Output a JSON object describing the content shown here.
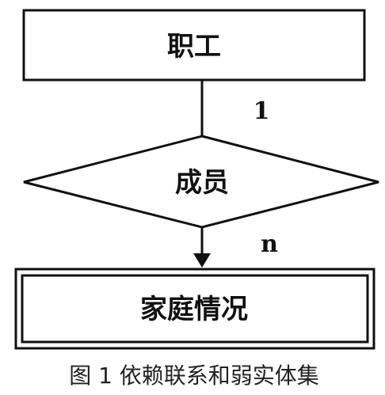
{
  "entities": {
    "owner": "职工",
    "weak": "家庭情况"
  },
  "relationship": {
    "label": "成员",
    "cardinality_owner": "1",
    "cardinality_weak": "n"
  },
  "caption": "图 1 依赖联系和弱实体集",
  "colors": {
    "stroke": "#111111",
    "background": "#ffffff"
  }
}
